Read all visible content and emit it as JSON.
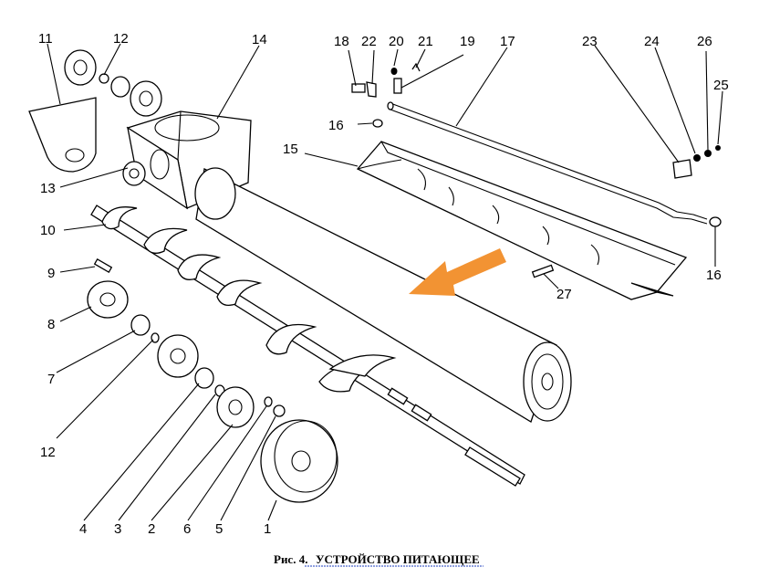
{
  "caption": {
    "prefix": "Рис. 4.",
    "title": "УСТРОЙСТВО ПИТАЮЩЕЕ"
  },
  "callouts": {
    "c1": "1",
    "c2": "2",
    "c3": "3",
    "c4": "4",
    "c5": "5",
    "c6": "6",
    "c7": "7",
    "c8": "8",
    "c9": "9",
    "c10": "10",
    "c11": "11",
    "c12a": "12",
    "c12b": "12",
    "c13": "13",
    "c14": "14",
    "c15": "15",
    "c16a": "16",
    "c16b": "16",
    "c17": "17",
    "c18": "18",
    "c19": "19",
    "c20": "20",
    "c21": "21",
    "c22": "22",
    "c23": "23",
    "c24": "24",
    "c25": "25",
    "c26": "26",
    "c27": "27"
  },
  "colors": {
    "arrow": "#f29333",
    "line": "#000000",
    "caption_underline": "#1f3fbf"
  }
}
